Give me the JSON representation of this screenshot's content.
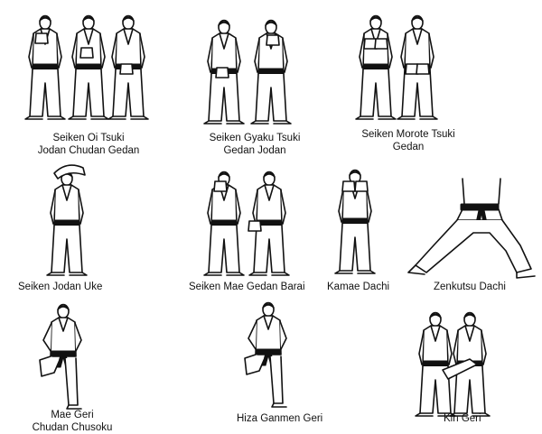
{
  "techniques": [
    {
      "id": "seiken-oi-tsuki",
      "lines": [
        "Seiken Oi Tsuki",
        "Jodan Chudan Gedan"
      ],
      "figures": 3
    },
    {
      "id": "seiken-gyaku-tsuki",
      "lines": [
        "Seiken Gyaku Tsuki",
        "Gedan Jodan"
      ],
      "figures": 2
    },
    {
      "id": "seiken-morote-tsuki",
      "lines": [
        "Seiken Morote Tsuki",
        "Gedan"
      ],
      "figures": 2
    },
    {
      "id": "seiken-jodan-uke",
      "lines": [
        "Seiken Jodan Uke"
      ],
      "figures": 1
    },
    {
      "id": "seiken-mae-gedan-barai",
      "lines": [
        "Seiken Mae Gedan Barai"
      ],
      "figures": 2
    },
    {
      "id": "kamae-dachi",
      "lines": [
        "Kamae Dachi"
      ],
      "figures": 1
    },
    {
      "id": "zenkutsu-dachi",
      "lines": [
        "Zenkutsu Dachi"
      ],
      "figures": 1
    },
    {
      "id": "mae-geri",
      "lines": [
        "Mae Geri",
        "Chudan Chusoku"
      ],
      "figures": 1
    },
    {
      "id": "hiza-ganmen-geri",
      "lines": [
        "Hiza Ganmen Geri"
      ],
      "figures": 1
    },
    {
      "id": "kin-geri",
      "lines": [
        "Kin Geri"
      ],
      "figures": 2
    }
  ],
  "colors": {
    "ink": "#111111",
    "paper": "#ffffff"
  }
}
